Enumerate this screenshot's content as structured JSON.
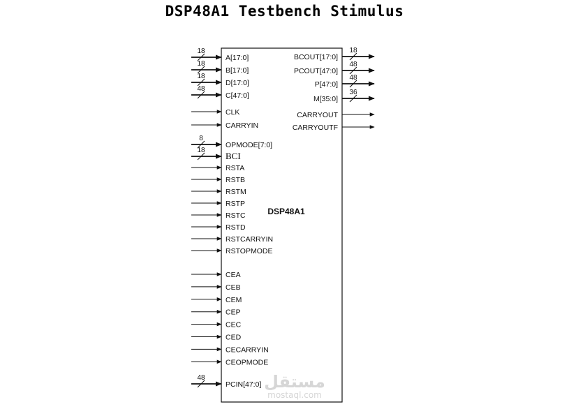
{
  "title": "DSP48A1 Testbench Stimulus",
  "block_name": "DSP48A1",
  "bus_inputs": [
    {
      "name": "A[17:0]",
      "width": "18"
    },
    {
      "name": "B[17:0]",
      "width": "18"
    },
    {
      "name": "D[17:0]",
      "width": "18"
    },
    {
      "name": "C[47:0]",
      "width": "48"
    }
  ],
  "single_inputs": [
    {
      "name": "CLK"
    },
    {
      "name": "CARRYIN"
    }
  ],
  "opmode": {
    "name": "OPMODE[7:0]",
    "width": "8"
  },
  "bci": {
    "name": "BCI",
    "width": "18"
  },
  "reset_inputs": [
    {
      "name": "RSTA"
    },
    {
      "name": "RSTB"
    },
    {
      "name": "RSTM"
    },
    {
      "name": "RSTP"
    },
    {
      "name": "RSTC"
    },
    {
      "name": "RSTD"
    },
    {
      "name": "RSTCARRYIN"
    },
    {
      "name": "RSTOPMODE"
    }
  ],
  "enable_inputs": [
    {
      "name": "CEA"
    },
    {
      "name": "CEB"
    },
    {
      "name": "CEM"
    },
    {
      "name": "CEP"
    },
    {
      "name": "CEC"
    },
    {
      "name": "CED"
    },
    {
      "name": "CECARRYIN"
    },
    {
      "name": "CEOPMODE"
    }
  ],
  "pcin": {
    "name": "PCIN[47:0]",
    "width": "48"
  },
  "bus_outputs": [
    {
      "name": "BCOUT[17:0]",
      "width": "18"
    },
    {
      "name": "PCOUT[47:0]",
      "width": "48"
    },
    {
      "name": "P[47:0]",
      "width": "48"
    },
    {
      "name": "M[35:0]",
      "width": "36"
    }
  ],
  "single_outputs": [
    {
      "name": "CARRYOUT"
    },
    {
      "name": "CARRYOUTF"
    }
  ],
  "watermark": {
    "arabic": "مستقل",
    "latin": "mostaql.com"
  }
}
